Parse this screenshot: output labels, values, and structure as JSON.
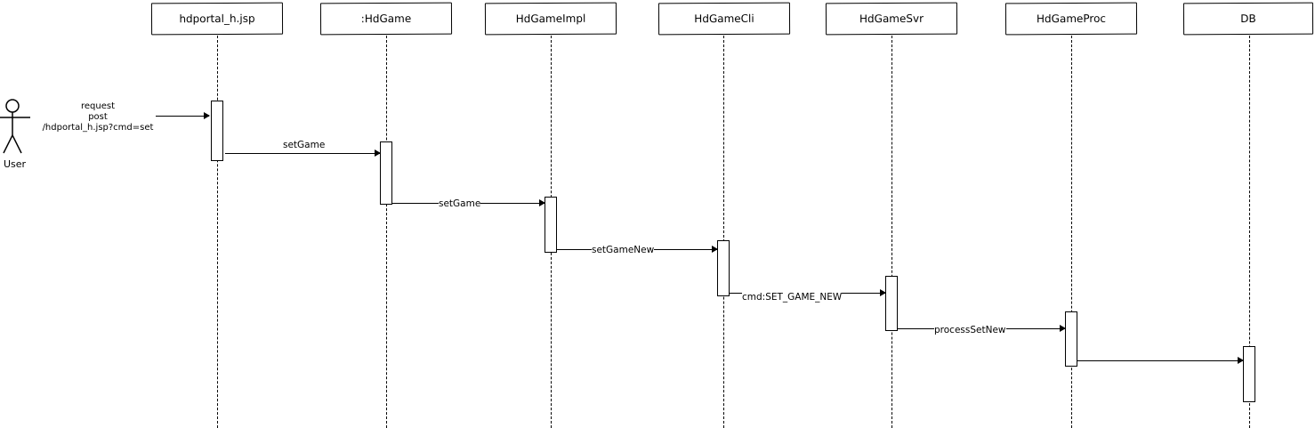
{
  "actor": {
    "label": "User"
  },
  "participants": [
    {
      "id": "hdportal",
      "label": "hdportal_h.jsp"
    },
    {
      "id": "hdgame",
      "label": ":HdGame"
    },
    {
      "id": "hdgameimpl",
      "label": "HdGameImpl"
    },
    {
      "id": "hdgamecli",
      "label": "HdGameCli"
    },
    {
      "id": "hdgamesvr",
      "label": "HdGameSvr"
    },
    {
      "id": "hdgameproc",
      "label": "HdGameProc"
    },
    {
      "id": "db",
      "label": "DB"
    }
  ],
  "request": {
    "line1": "request",
    "line2": "post",
    "line3": "/hdportal_h.jsp?cmd=set"
  },
  "messages": [
    {
      "from": "hdportal",
      "to": "hdgame",
      "label": "setGame"
    },
    {
      "from": "hdgame",
      "to": "hdgameimpl",
      "label": "setGame"
    },
    {
      "from": "hdgameimpl",
      "to": "hdgamecli",
      "label": "setGameNew"
    },
    {
      "from": "hdgamecli",
      "to": "hdgamesvr",
      "label": "cmd:SET_GAME_NEW"
    },
    {
      "from": "hdgamesvr",
      "to": "hdgameproc",
      "label": "processSetNew"
    },
    {
      "from": "hdgameproc",
      "to": "db",
      "label": ""
    }
  ]
}
